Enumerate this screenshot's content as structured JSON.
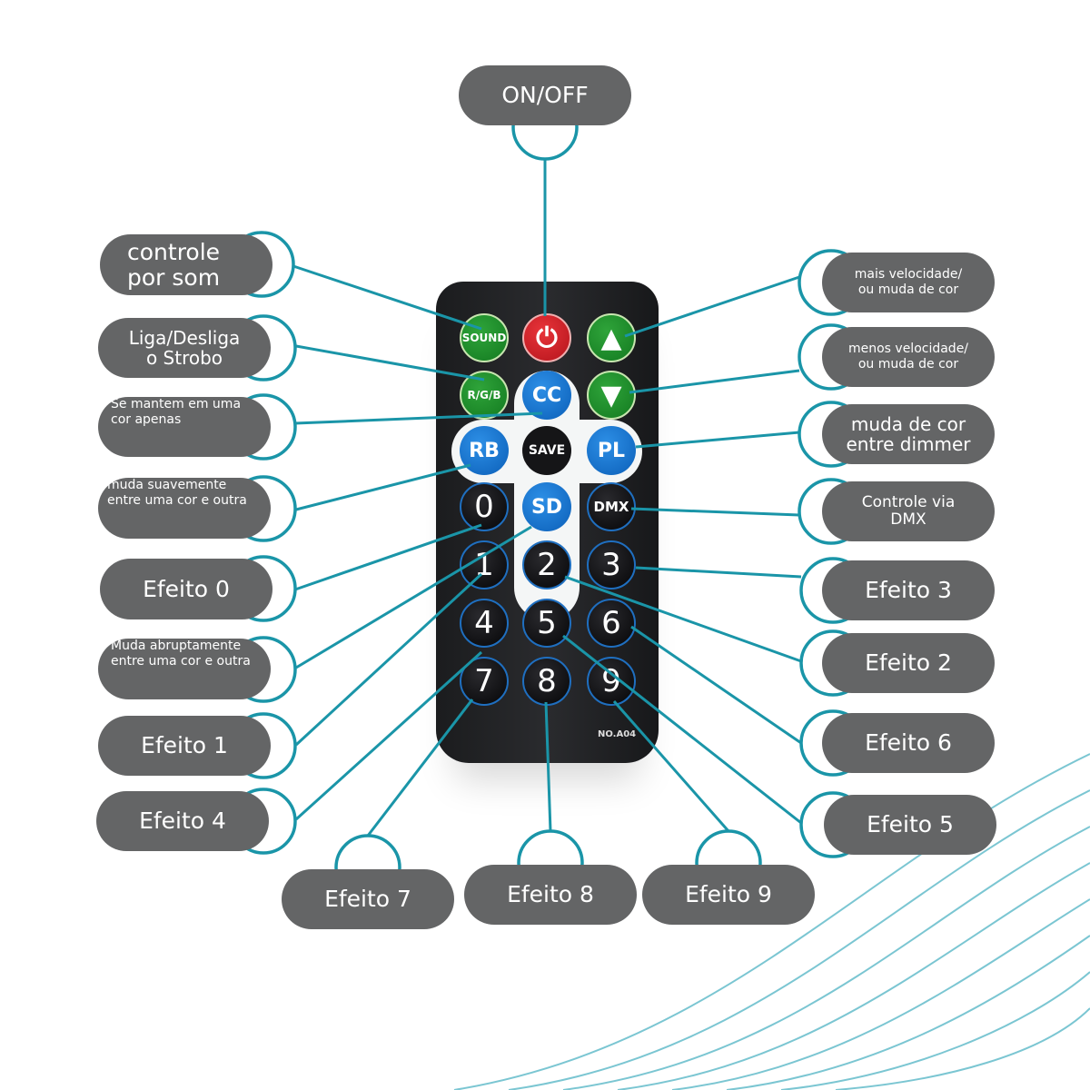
{
  "labels": {
    "on_off": "ON/OFF",
    "controle_som": [
      "controle",
      "por som"
    ],
    "strobo": [
      "Liga/Desliga",
      "o Strobo"
    ],
    "cor_apenas": [
      "Se mantem em uma",
      "cor apenas"
    ],
    "suavemente": [
      "muda suavemente",
      "entre uma cor e outra"
    ],
    "efeito0": "Efeito 0",
    "abruptamente": [
      "Muda abruptamente",
      "entre uma cor e outra"
    ],
    "efeito1": "Efeito 1",
    "efeito4": "Efeito 4",
    "efeito7": "Efeito 7",
    "efeito8": "Efeito 8",
    "efeito9": "Efeito 9",
    "mais_velocidade": [
      "mais velocidade/",
      "ou muda de cor"
    ],
    "menos_velocidade": [
      "menos velocidade/",
      "ou muda de cor"
    ],
    "dimmer": [
      "muda de cor",
      "entre dimmer"
    ],
    "dmx": [
      "Controle via",
      "DMX"
    ],
    "efeito3": "Efeito 3",
    "efeito2": "Efeito 2",
    "efeito6": "Efeito 6",
    "efeito5": "Efeito 5"
  },
  "remote": {
    "buttons": {
      "sound": "SOUND",
      "power": "⏻",
      "up": "▲",
      "rgb": "R/G/B",
      "cc": "CC",
      "down": "▼",
      "rb": "RB",
      "save": "SAVE",
      "pl": "PL",
      "n0": "0",
      "sd": "SD",
      "dmx": "DMX",
      "n1": "1",
      "n2": "2",
      "n3": "3",
      "n4": "4",
      "n5": "5",
      "n6": "6",
      "n7": "7",
      "n8": "8",
      "n9": "9"
    },
    "model": "NO.A04"
  },
  "colors": {
    "accent": "#1a95a8",
    "pill": "#646566"
  }
}
